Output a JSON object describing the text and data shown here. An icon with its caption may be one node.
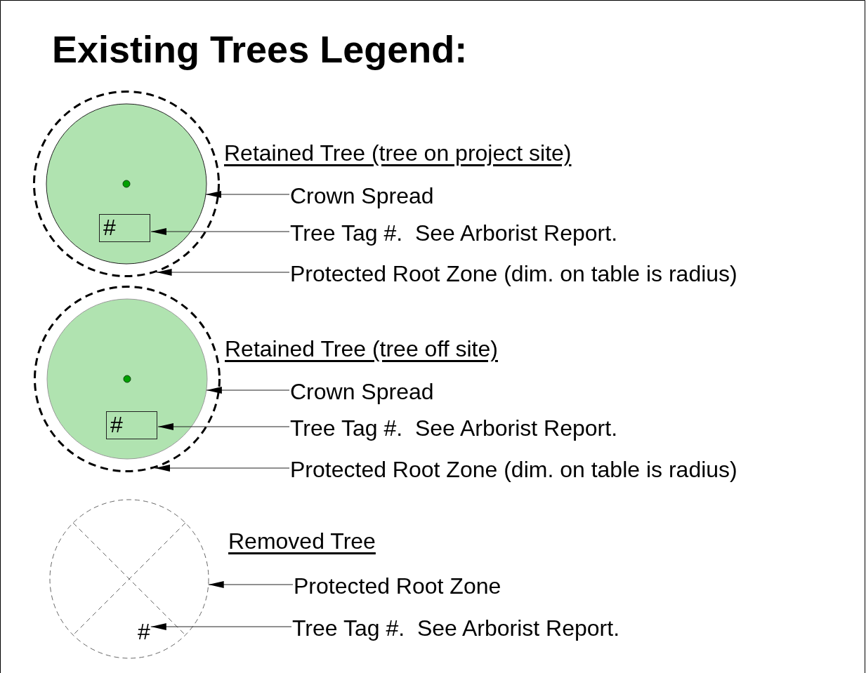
{
  "diagram": {
    "title": "Existing Trees Legend:",
    "nodes": [
      {
        "text": [],
        "shape": "circle"
      },
      {
        "text": [],
        "shape": "circle",
        "in": 0
      },
      {
        "text": [
          "#"
        ],
        "in": 1
      },
      {
        "text": [
          "Crown Spread"
        ]
      },
      {
        "text": [
          "Tree Tag #.  See Arborist Report."
        ]
      },
      {
        "text": [
          "Protected Root Zone (dim. on table is radius)"
        ]
      },
      {
        "text": [],
        "shape": "circle"
      },
      {
        "text": [],
        "shape": "circle",
        "in": 6
      },
      {
        "text": [
          "#"
        ],
        "in": 7
      },
      {
        "text": [
          "Crown Spread"
        ]
      },
      {
        "text": [
          "Tree Tag #.  See Arborist Report."
        ]
      },
      {
        "text": [
          "Protected Root Zone (dim. on table is radius)"
        ]
      },
      {
        "text": [],
        "shape": "circle"
      },
      {
        "text": [
          "#"
        ],
        "in": 12
      },
      {
        "text": [
          "Protected Root Zone"
        ]
      },
      {
        "text": [
          "Tree Tag #.  See Arborist Report."
        ]
      }
    ],
    "edges": [
      {
        "from": 3,
        "to": 1,
        "arrow": "to"
      },
      {
        "from": 4,
        "to": 2,
        "arrow": "to"
      },
      {
        "from": 5,
        "to": 0,
        "arrow": "to"
      },
      {
        "from": 9,
        "to": 7,
        "arrow": "to"
      },
      {
        "from": 10,
        "to": 8,
        "arrow": "to"
      },
      {
        "from": 11,
        "to": 6,
        "arrow": "to"
      },
      {
        "from": 14,
        "to": 12,
        "arrow": "to"
      },
      {
        "from": 15,
        "to": 13,
        "arrow": "to"
      }
    ],
    "labels": [
      "Retained Tree (tree on project site)",
      "Retained Tree (tree off site)",
      "Removed Tree"
    ]
  }
}
